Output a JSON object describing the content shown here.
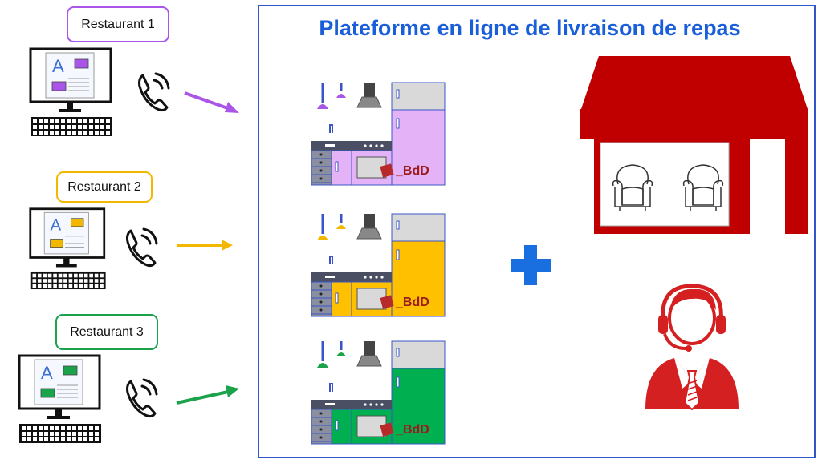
{
  "platform": {
    "title": "Plateforme en ligne de livraison de repas"
  },
  "restaurants": [
    {
      "label": "Restaurant 1",
      "color": "#a855e8"
    },
    {
      "label": "Restaurant 2",
      "color": "#f2b800"
    },
    {
      "label": "Restaurant 3",
      "color": "#1aa34a"
    }
  ],
  "kitchens": [
    {
      "color": "#e4b3f7",
      "lamp_color": "#a855e8",
      "watermark": "_BdD"
    },
    {
      "color": "#ffc000",
      "lamp_color": "#f2b800",
      "watermark": "_BdD"
    },
    {
      "color": "#00b050",
      "lamp_color": "#1aa34a",
      "watermark": "_BdD"
    }
  ],
  "icons": {
    "monitor": "computer-monitor-icon",
    "keyboard": "keyboard-icon",
    "phone": "phone-ringing-icon",
    "plus": "plus-icon",
    "store": "storefront-icon",
    "operator": "call-center-operator-icon"
  },
  "colors": {
    "frame": "#3355cc",
    "title": "#1a5fd9",
    "plus": "#1a6fe0",
    "store": "#c00000",
    "operator": "#d42020"
  }
}
